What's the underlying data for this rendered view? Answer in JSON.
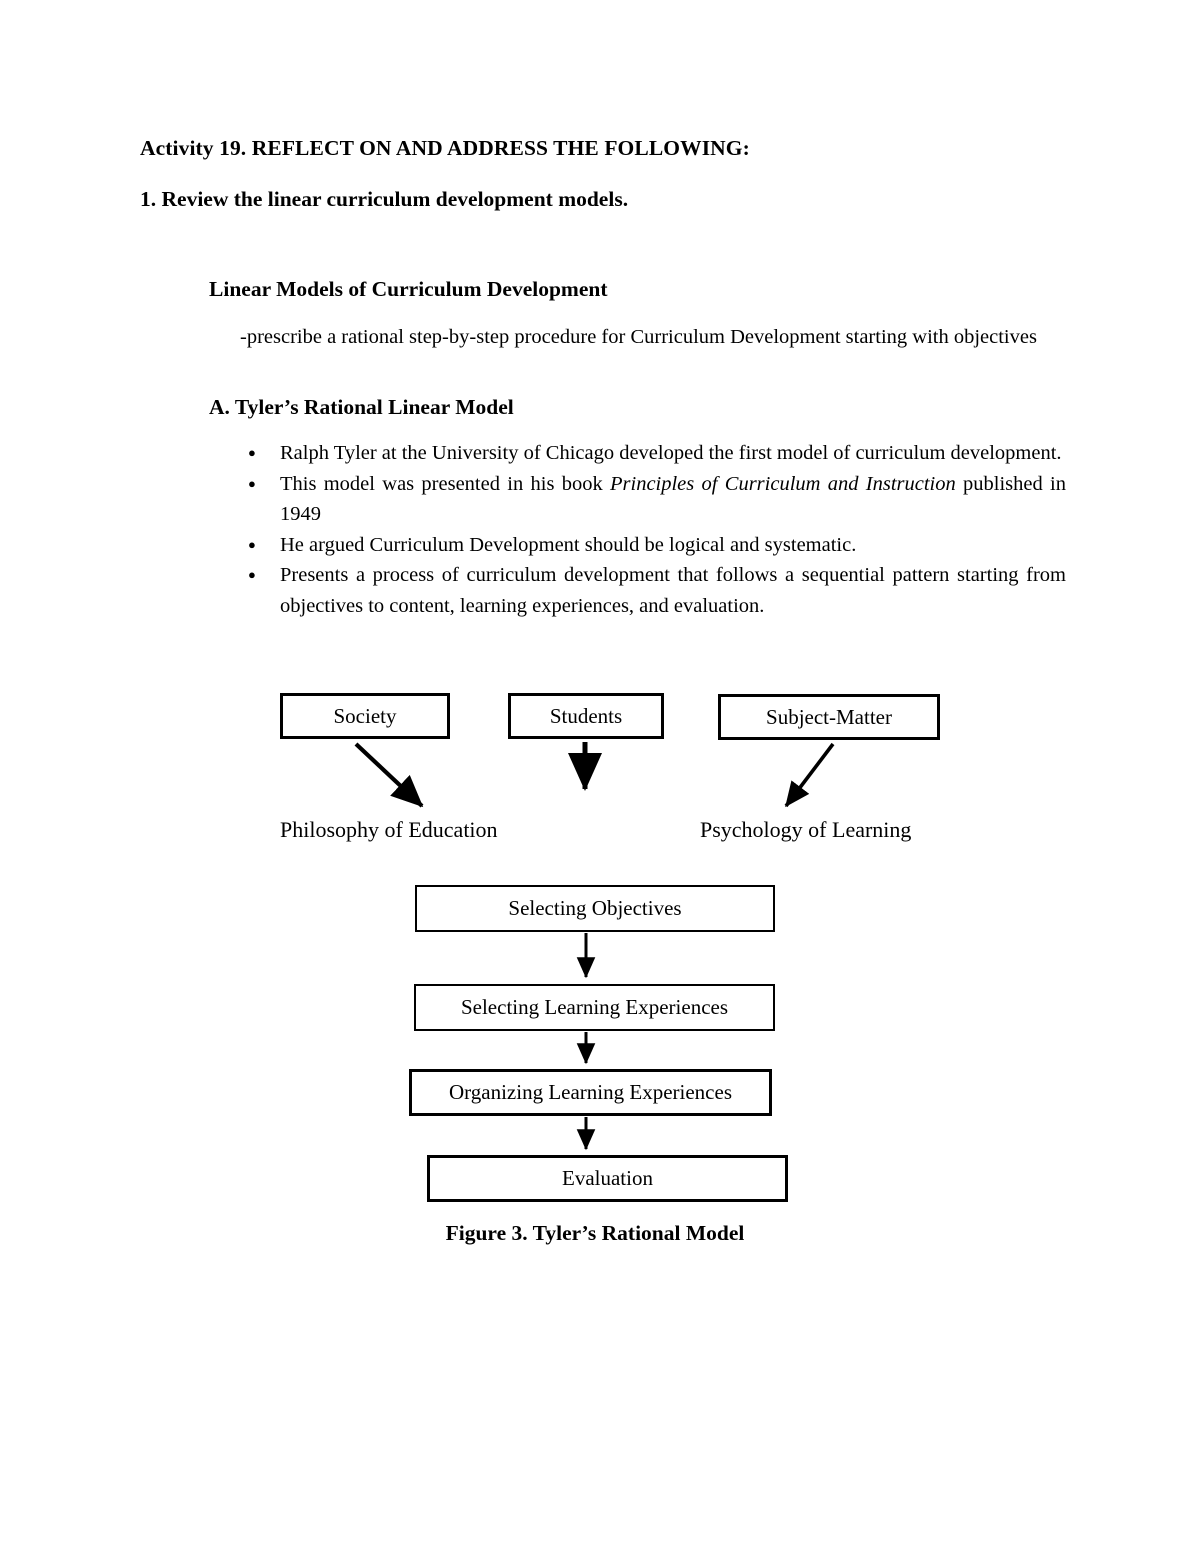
{
  "document": {
    "activity_heading": "Activity 19.  REFLECT ON AND ADDRESS THE FOLLOWING:",
    "review_line": "1. Review the linear curriculum development models.",
    "section_title": "Linear Models of Curriculum Development",
    "prescribe_text": "-prescribe a rational step-by-step procedure for Curriculum Development starting with objectives",
    "model_title": "A. Tyler’s Rational Linear Model",
    "bullets": [
      {
        "pre": "Ralph Tyler at the University of Chicago developed the first model of curriculum development.",
        "italic": "",
        "post": ""
      },
      {
        "pre": "This model was presented in his book ",
        "italic": "Principles of Curriculum and Instruction",
        "post": " published in 1949"
      },
      {
        "pre": "He argued Curriculum Development should be logical and systematic.",
        "italic": "",
        "post": ""
      },
      {
        "pre": "Presents a process of curriculum development that follows a sequential pattern starting from objectives to content, learning experiences, and evaluation.",
        "italic": "",
        "post": ""
      }
    ],
    "figure": {
      "caption": "Figure 3. Tyler’s Rational Model",
      "source_boxes": [
        {
          "label": "Society"
        },
        {
          "label": "Students"
        },
        {
          "label": "Subject-Matter"
        }
      ],
      "foundation_labels": [
        {
          "label": "Philosophy of Education"
        },
        {
          "label": "Psychology of Learning"
        }
      ],
      "process_boxes": [
        {
          "label": "Selecting Objectives"
        },
        {
          "label": "Selecting Learning Experiences"
        },
        {
          "label": "Organizing Learning Experiences"
        },
        {
          "label": "Evaluation"
        }
      ]
    }
  },
  "colors": {
    "page_background": "#ffffff",
    "text": "#000000",
    "box_border": "#000000",
    "arrow": "#000000"
  }
}
